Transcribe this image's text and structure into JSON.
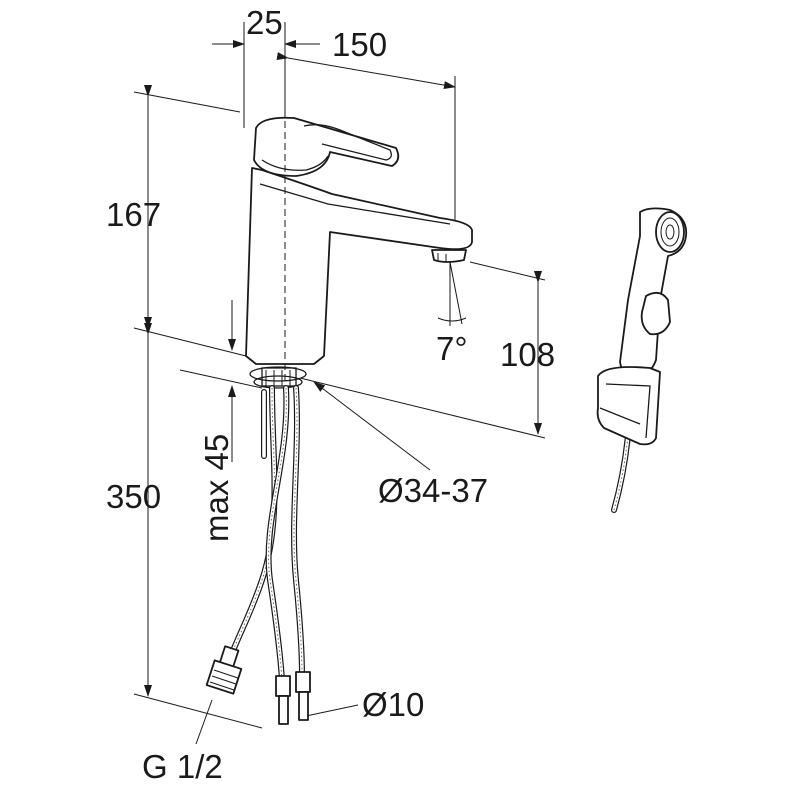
{
  "dimensions": {
    "offset_top": "25",
    "spout_reach": "150",
    "height_spout_base": "167",
    "spout_height": "108",
    "spout_angle": "7°",
    "max_deck_thickness": "max 45",
    "hose_length": "350",
    "hole_diameter": "Ø34-37",
    "pipe_diameter": "Ø10",
    "thread": "G 1/2"
  },
  "colors": {
    "line": "#1a1a1a",
    "background": "#ffffff"
  }
}
